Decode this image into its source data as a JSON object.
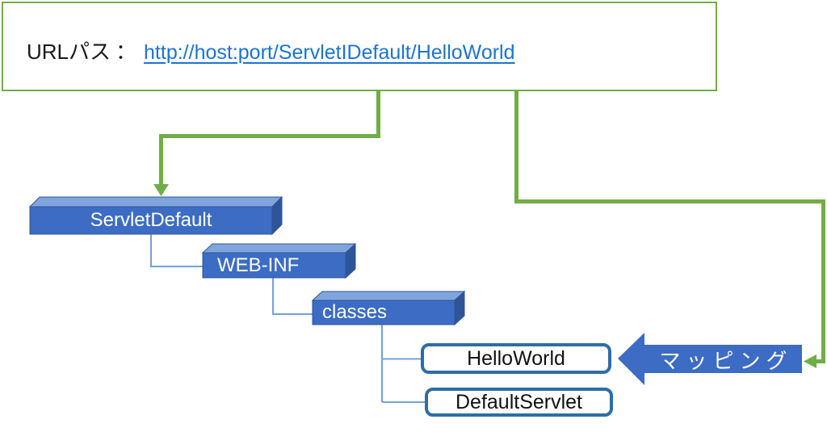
{
  "url_panel": {
    "label": "URLパス",
    "separator": "：",
    "link": "http://host:port/ServletIDefault/HelloWorld"
  },
  "folders": {
    "root": "ServletDefault",
    "webinf": "WEB-INF",
    "classes": "classes"
  },
  "files": {
    "helloworld": "HelloWorld",
    "defaultservlet": "DefaultServlet"
  },
  "mapping": {
    "label": "マッピング"
  },
  "colors": {
    "accent_green": "#70AD47",
    "link_blue": "#1B74D1",
    "box_front_blue": "#3C6CC4",
    "box_top_blue": "#7FA5DC",
    "box_side_blue": "#2E5596",
    "box_outline_blue": "#2F5597",
    "connector_blue": "#74A1DC",
    "file_border_blue": "#2E6DA4",
    "mapping_arrow_blue": "#3C6CC4"
  }
}
